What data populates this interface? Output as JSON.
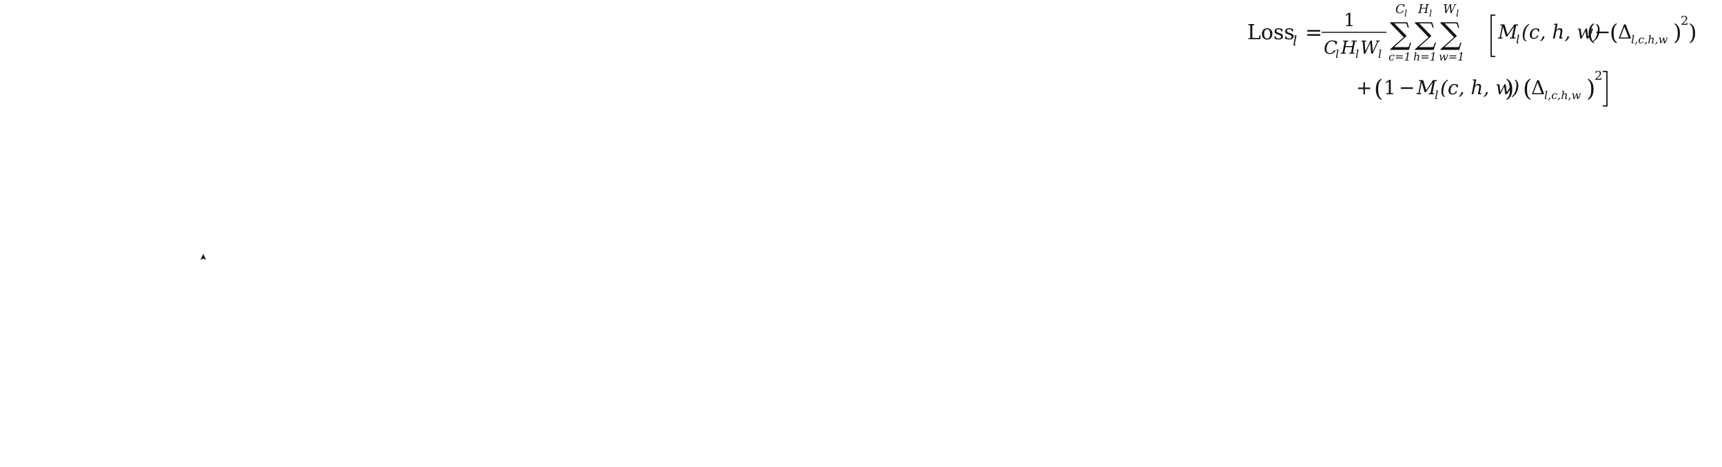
{
  "equation": {
    "loss_word": "Loss",
    "layer_sub": "l",
    "equals": "=",
    "frac_num": "1",
    "frac_den": "C",
    "sum_c": {
      "upper": "C",
      "upper_sub": "l",
      "lower": "c=1"
    },
    "sum_h": {
      "upper": "H",
      "upper_sub": "l",
      "lower": "h=1"
    },
    "sum_w": {
      "upper": "W",
      "upper_sub": "l",
      "lower": "w=1"
    },
    "mask_symbol": "M",
    "mask_args": "(c, h, w)",
    "delta_symbol": "Δ",
    "delta_sub": "l,c,h,w",
    "power": "2",
    "minus": "−",
    "plus": "+",
    "one": "1"
  }
}
